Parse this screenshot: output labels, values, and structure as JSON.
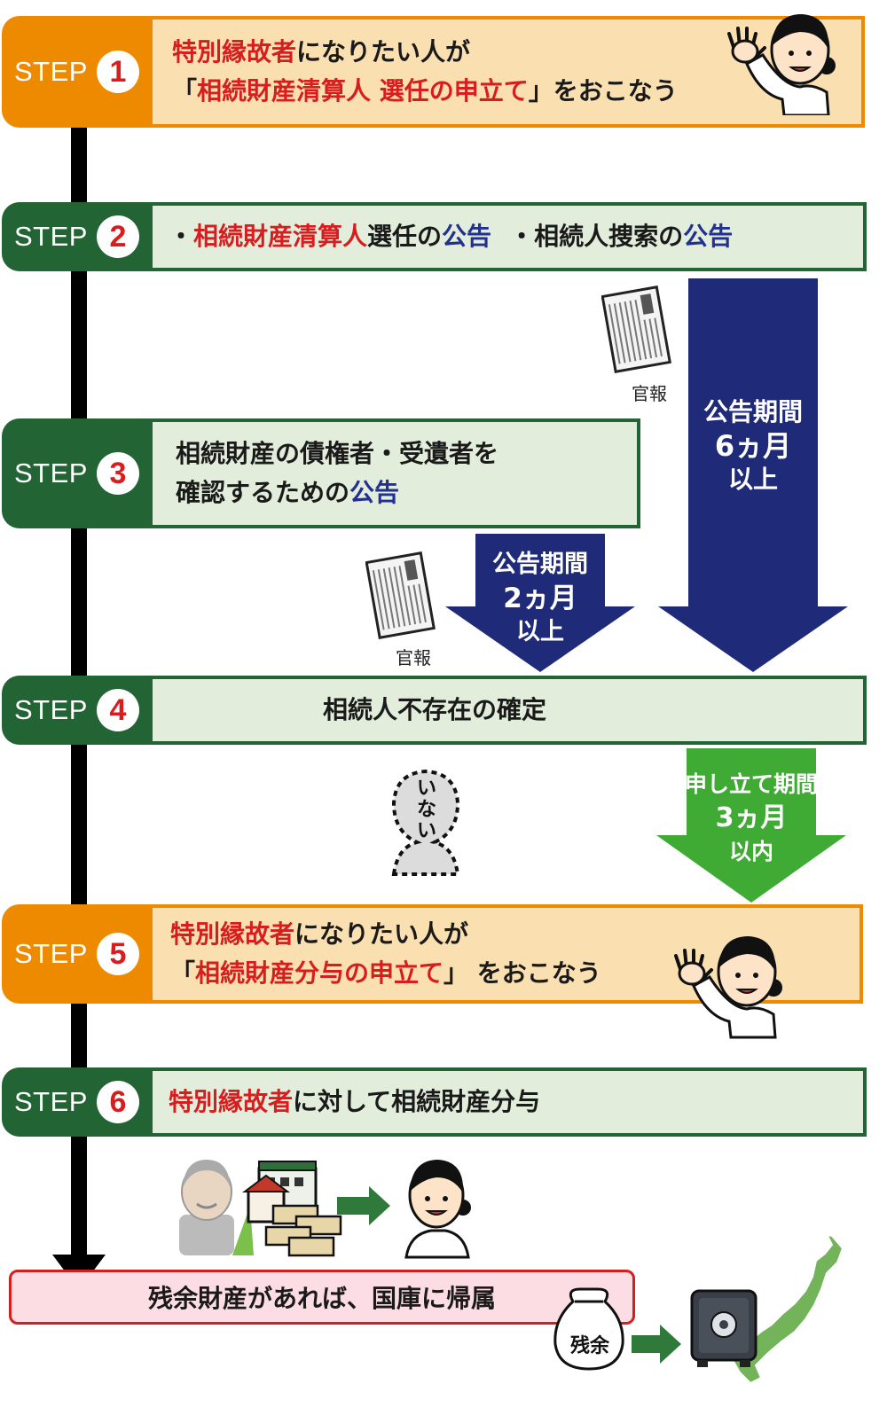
{
  "steps": [
    {
      "label": "STEP",
      "num": "1",
      "line1_red": "特別縁故者",
      "line1_rest": "になりたい人が",
      "line2_open": "「",
      "line2_red": "相続財産清算人 選任の申立て",
      "line2_close": "」をおこなう"
    },
    {
      "label": "STEP",
      "num": "2",
      "bullet1": "・",
      "red": "相続財産清算人",
      "mid": "選任の",
      "blue1": "公告",
      "bullet2": "・相続人捜索の",
      "blue2": "公告"
    },
    {
      "label": "STEP",
      "num": "3",
      "line1": "相続財産の債権者・受遺者を",
      "line2": "確認するための",
      "blue": "公告"
    },
    {
      "label": "STEP",
      "num": "4",
      "text": "相続人不存在の確定"
    },
    {
      "label": "STEP",
      "num": "5",
      "line1_red": "特別縁故者",
      "line1_rest": "になりたい人が",
      "line2_open": "「",
      "line2_red": "相続財産分与の申立て",
      "line2_close": "」 をおこなう"
    },
    {
      "label": "STEP",
      "num": "6",
      "red": "特別縁故者",
      "rest": "に対して相続財産分与"
    }
  ],
  "arrows": {
    "six_month": {
      "line1": "公告期間",
      "line2": "6ヵ月",
      "line3": "以上",
      "color": "#1f2b78"
    },
    "two_month": {
      "line1": "公告期間",
      "line2": "2ヵ月",
      "line3": "以上",
      "color": "#1f2b78"
    },
    "three_month": {
      "line1": "申し立て期間",
      "line2": "3ヵ月",
      "line3": "以内",
      "color": "#3fab35"
    }
  },
  "gazette_label_1": "官報",
  "gazette_label_2": "官報",
  "absent_label": "いない",
  "final_box": "残余財産があれば、国庫に帰属",
  "money_bag_label": "残余",
  "colors": {
    "orange": "#ed8a00",
    "green": "#226433",
    "red": "#d71d1d",
    "navy": "#22318f"
  }
}
